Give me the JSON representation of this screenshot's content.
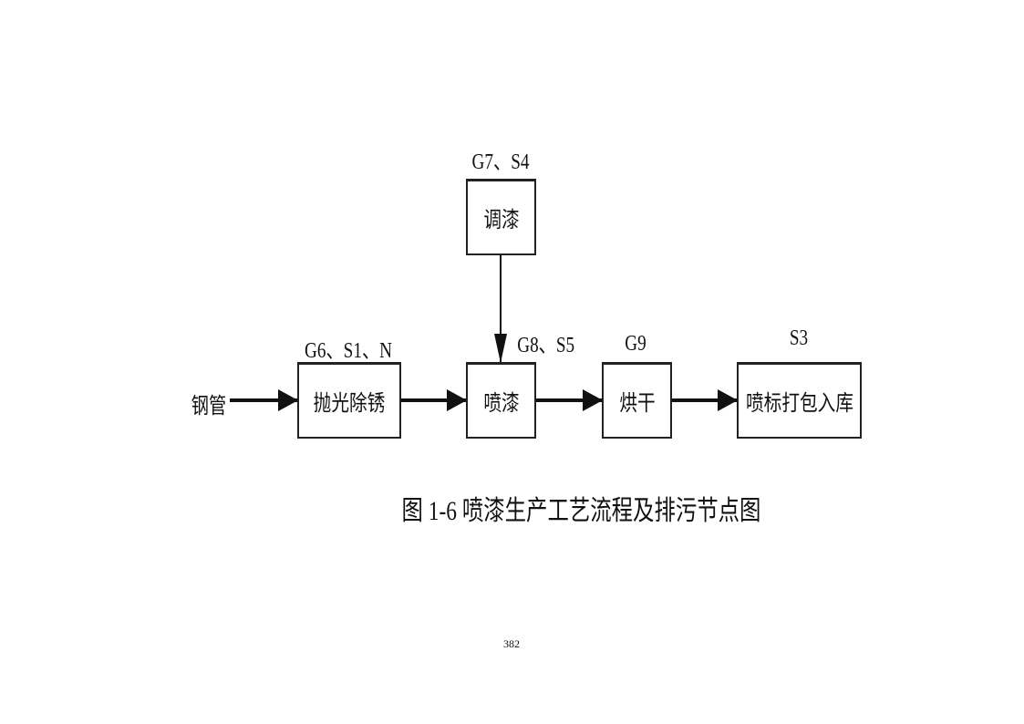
{
  "diagram": {
    "input_label": "钢管",
    "nodes": [
      {
        "id": "polish",
        "label": "抛光除锈",
        "emissions": "G6、S1、N"
      },
      {
        "id": "mix",
        "label": "调漆",
        "emissions": "G7、S4"
      },
      {
        "id": "spray",
        "label": "喷漆",
        "emissions": "G8、S5"
      },
      {
        "id": "dry",
        "label": "烘干",
        "emissions": "G9"
      },
      {
        "id": "pack",
        "label": "喷标打包入库",
        "emissions": "S3"
      }
    ],
    "edges": [
      {
        "from": "钢管",
        "to": "polish"
      },
      {
        "from": "polish",
        "to": "spray"
      },
      {
        "from": "mix",
        "to": "spray"
      },
      {
        "from": "spray",
        "to": "dry"
      },
      {
        "from": "dry",
        "to": "pack"
      }
    ]
  },
  "caption": "图 1-6  喷漆生产工艺流程及排污节点图",
  "page_number": "382"
}
